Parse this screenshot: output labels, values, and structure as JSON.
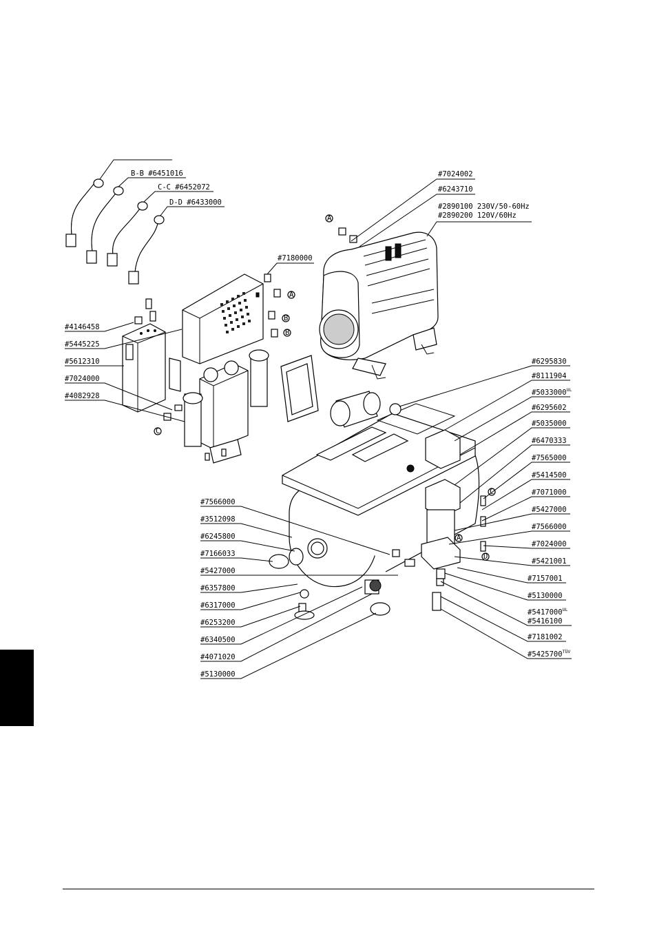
{
  "hose_labels": {
    "a": "",
    "b": "B-B #6451016",
    "c": "C-C #6452072",
    "d": "D-D #6433000"
  },
  "right_top_labels": {
    "l1": "#7024002",
    "l2": "#6243710",
    "l3": "#2890100 230V/50-60Hz",
    "l4": "#2890200 120V/60Hz",
    "l5": "#7180000"
  },
  "left_labels": [
    "#4146458",
    "#5445225",
    "#5612310",
    "#7024000",
    "#4082928"
  ],
  "lower_left_labels": [
    "#7566000",
    "#3512098",
    "#6245800",
    "#7166033",
    "#5427000",
    "#6357800",
    "#6317000",
    "#6253200",
    "#6340500",
    "#4071020",
    "#5130000"
  ],
  "right_labels": [
    {
      "text": "#6295830",
      "sup": ""
    },
    {
      "text": "#8111904",
      "sup": ""
    },
    {
      "text": "#5033000",
      "sup": "UL"
    },
    {
      "text": "#6295602",
      "sup": ""
    },
    {
      "text": "#5035000",
      "sup": ""
    },
    {
      "text": "#6470333",
      "sup": ""
    },
    {
      "text": "#7565000",
      "sup": ""
    },
    {
      "text": "#5414500",
      "sup": ""
    },
    {
      "text": "#7071000",
      "sup": ""
    },
    {
      "text": "#5427000",
      "sup": ""
    },
    {
      "text": "#7566000",
      "sup": ""
    },
    {
      "text": "#7024000",
      "sup": ""
    },
    {
      "text": "#5421001",
      "sup": ""
    },
    {
      "text": "#7157001",
      "sup": ""
    },
    {
      "text": "#5130000",
      "sup": ""
    },
    {
      "text": "#5417000",
      "sup": "UL"
    },
    {
      "text": "#5416100",
      "sup": ""
    },
    {
      "text": "#7181002",
      "sup": ""
    },
    {
      "text": "#5425700",
      "sup": "TÜV"
    }
  ],
  "callouts": {
    "A": "A",
    "B": "B",
    "C": "C",
    "D": "D"
  }
}
